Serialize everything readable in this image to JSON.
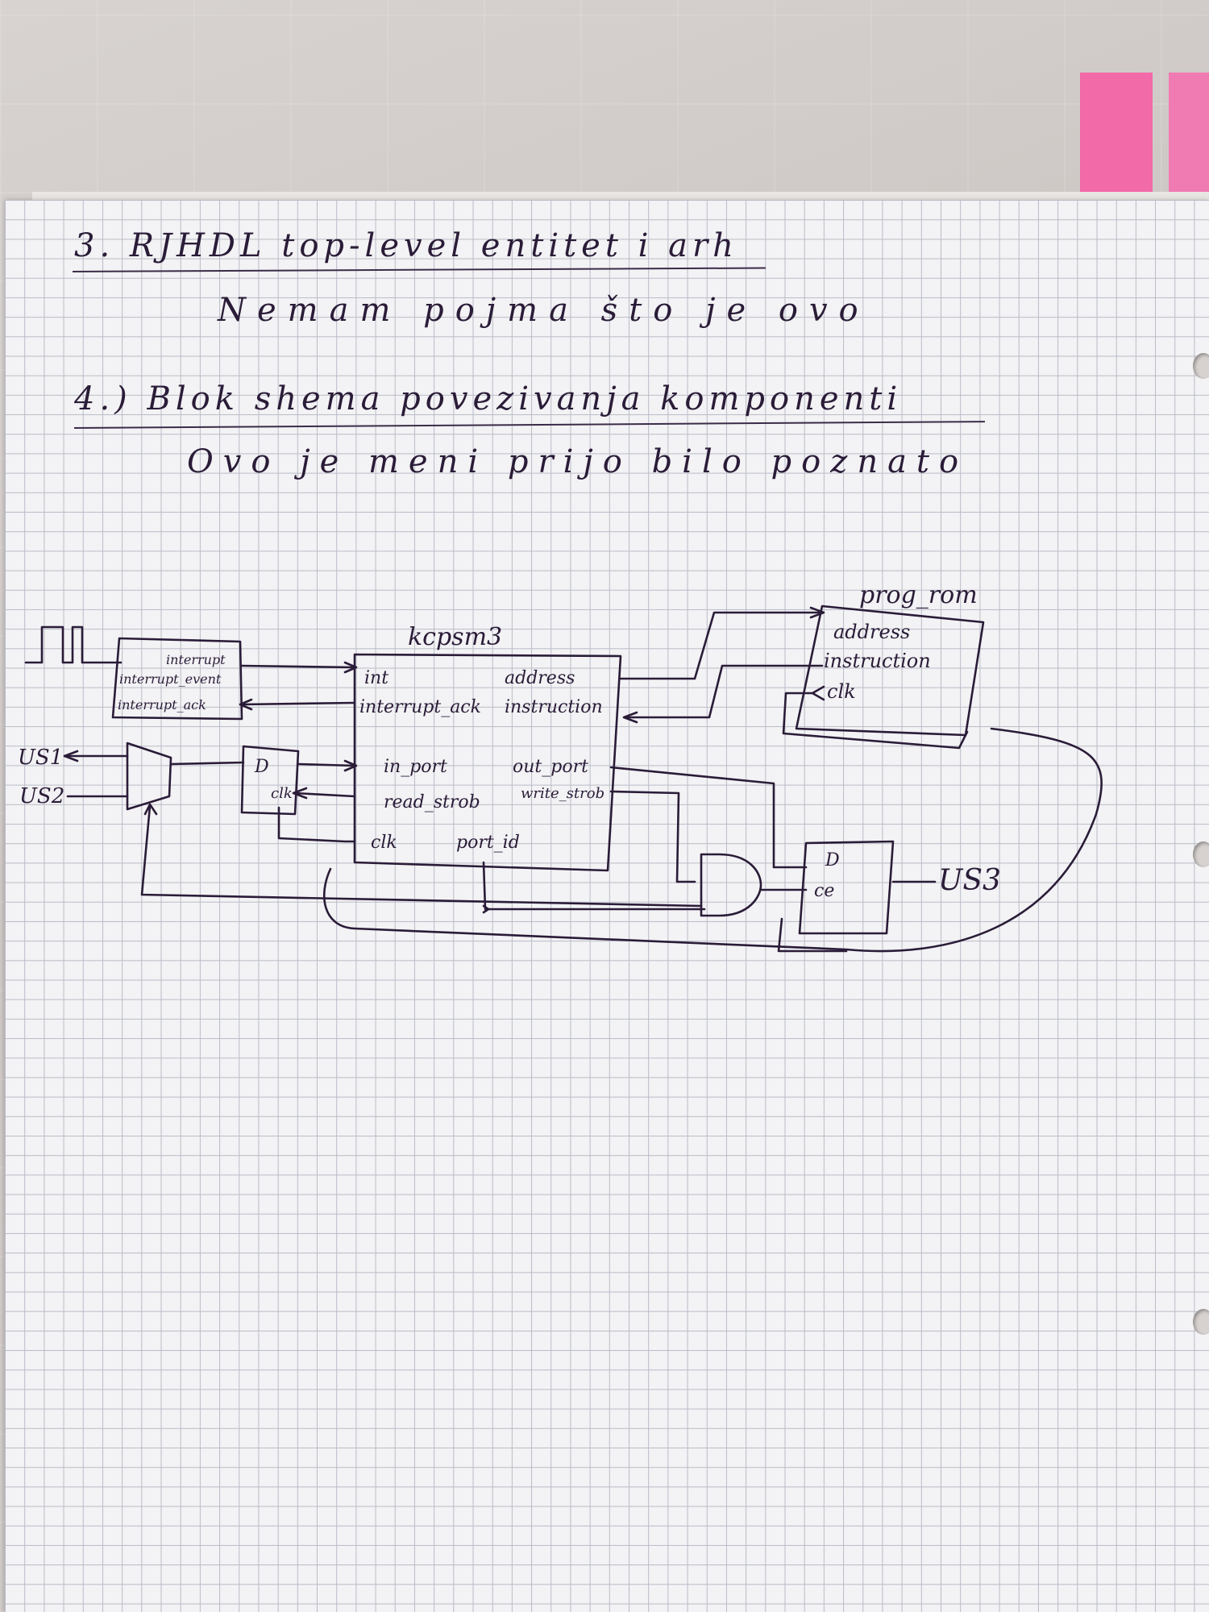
{
  "notes": {
    "q3_title": "3. RJHDL top-level entitet i arh",
    "q3_answer": "Nemam pojma što je ovo",
    "q4_title": "4.) Blok shema povezivanja komponenti",
    "q4_answer": "Ovo je meni prijo bilo poznato"
  },
  "diagram": {
    "cpu_title": "kcpsm3",
    "cpu_ports_left": [
      "int",
      "interrupt_ack",
      "in_port",
      "read_strob",
      "clk"
    ],
    "cpu_ports_right": [
      "address",
      "instruction",
      "out_port",
      "write_strob"
    ],
    "cpu_port_bottom": "port_id",
    "rom_title": "prog_rom",
    "rom_ports": [
      "address",
      "instruction",
      "clk"
    ],
    "intr_ports": [
      "interrupt",
      "interrupt_event",
      "interrupt_ack"
    ],
    "mux_inputs": [
      "US1",
      "US2"
    ],
    "ff1_d": "D",
    "ff1_clk": "clk",
    "ff2_d": "D",
    "ff2_ce": "ce",
    "output_label": "US3"
  },
  "colors": {
    "ink": "#2a1c38",
    "grid": "#b9bcc8",
    "paper": "#f3f2f4",
    "sticky_note": "#f26aa8"
  }
}
